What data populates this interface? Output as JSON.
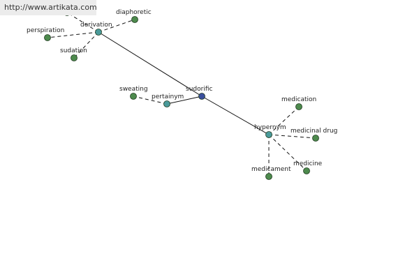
{
  "watermark": "http://www.artikata.com",
  "colors": {
    "center": "#3a4f9c",
    "relation": "#4a9a9a",
    "leaf": "#4d8a4d",
    "stroke": "#1f3a1f",
    "edge": "#111111"
  },
  "nodes": {
    "sudorific": {
      "label": "sudorific",
      "kind": "center"
    },
    "derivation": {
      "label": "derivation",
      "kind": "relation"
    },
    "pertainym": {
      "label": "pertainym",
      "kind": "relation"
    },
    "hypernym": {
      "label": "hypernym",
      "kind": "relation"
    },
    "diaphoretic": {
      "label": "diaphoretic",
      "kind": "leaf"
    },
    "perspiration": {
      "label": "perspiration",
      "kind": "leaf"
    },
    "sudation": {
      "label": "sudation",
      "kind": "leaf"
    },
    "offscreen": {
      "label": "",
      "kind": "leaf"
    },
    "sweating": {
      "label": "sweating",
      "kind": "leaf"
    },
    "medication": {
      "label": "medication",
      "kind": "leaf"
    },
    "medicinal_drug": {
      "label": "medicinal drug",
      "kind": "leaf"
    },
    "medicament": {
      "label": "medicament",
      "kind": "leaf"
    },
    "medicine": {
      "label": "medicine",
      "kind": "leaf"
    }
  },
  "edges": [
    {
      "from": "sudorific",
      "to": "derivation",
      "style": "solid"
    },
    {
      "from": "sudorific",
      "to": "pertainym",
      "style": "solid"
    },
    {
      "from": "sudorific",
      "to": "hypernym",
      "style": "solid"
    },
    {
      "from": "derivation",
      "to": "diaphoretic",
      "style": "dashed"
    },
    {
      "from": "derivation",
      "to": "perspiration",
      "style": "dashed"
    },
    {
      "from": "derivation",
      "to": "sudation",
      "style": "dashed"
    },
    {
      "from": "derivation",
      "to": "offscreen",
      "style": "dashed"
    },
    {
      "from": "pertainym",
      "to": "sweating",
      "style": "dashed"
    },
    {
      "from": "hypernym",
      "to": "medication",
      "style": "dashed"
    },
    {
      "from": "hypernym",
      "to": "medicinal_drug",
      "style": "dashed"
    },
    {
      "from": "hypernym",
      "to": "medicament",
      "style": "dashed"
    },
    {
      "from": "hypernym",
      "to": "medicine",
      "style": "dashed"
    }
  ]
}
